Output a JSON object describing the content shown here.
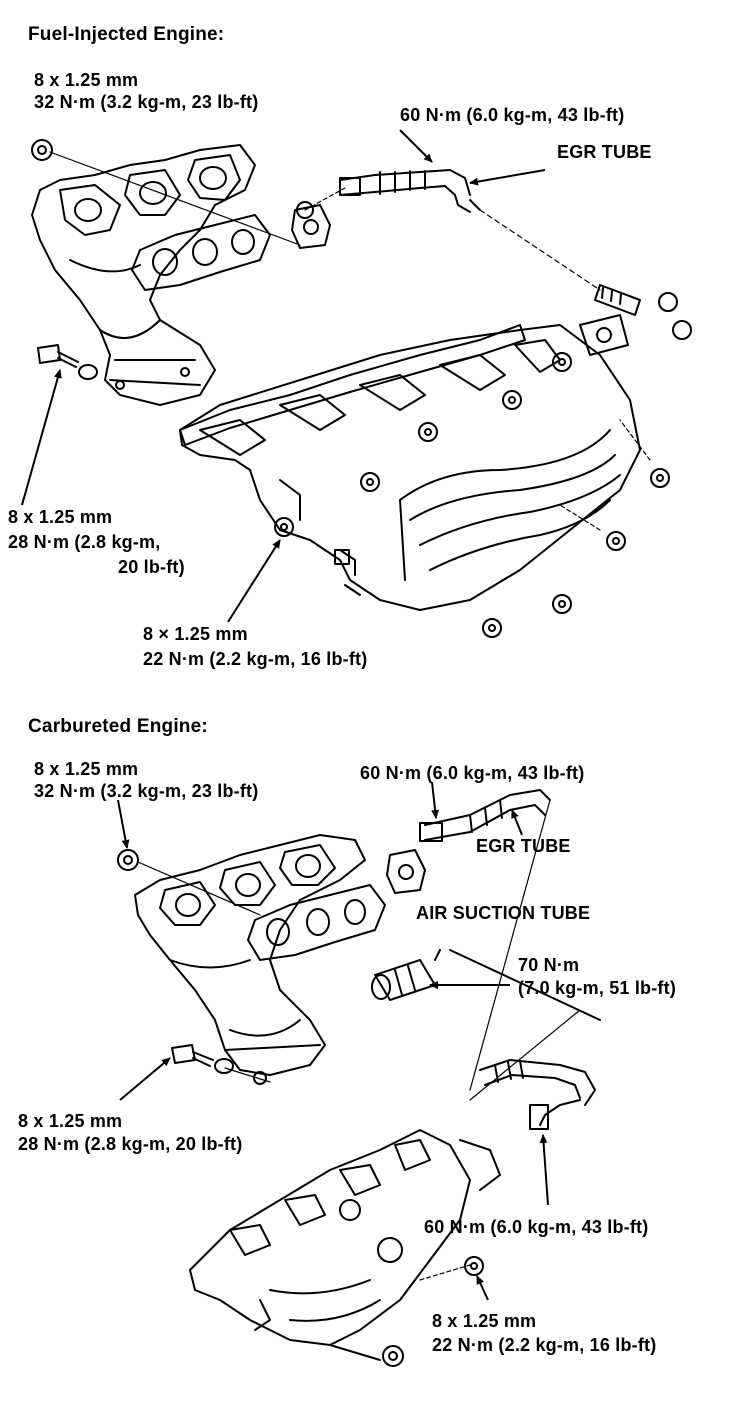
{
  "fuel_injected": {
    "heading": "Fuel-Injected Engine:",
    "exhaust_nut": {
      "size": "8 x 1.25 mm",
      "torque": "32 N·m (3.2 kg-m, 23 lb-ft)"
    },
    "egr_torque": "60 N·m (6.0 kg-m, 43 lb-ft)",
    "egr_tube": "EGR TUBE",
    "bracket_bolt": {
      "size": "8 x 1.25 mm",
      "torque_a": "28 N·m (2.8 kg-m,",
      "torque_b": "20 lb-ft)"
    },
    "intake_nut": {
      "size": "8 × 1.25 mm",
      "torque": "22 N·m (2.2 kg-m, 16 lb-ft)"
    }
  },
  "carbureted": {
    "heading": "Carbureted Engine:",
    "exhaust_nut": {
      "size": "8 x 1.25 mm",
      "torque": "32 N·m (3.2 kg-m, 23 lb-ft)"
    },
    "egr_torque": "60 N·m (6.0 kg-m, 43 lb-ft)",
    "egr_tube": "EGR TUBE",
    "air_suction_tube": "AIR SUCTION TUBE",
    "air_suction_torque": {
      "a": "70 N·m",
      "b": "(7.0 kg-m, 51 lb-ft)"
    },
    "bracket_bolt": {
      "size": "8 x 1.25 mm",
      "torque": "28 N·m (2.8 kg-m, 20 lb-ft)"
    },
    "lower_torque": "60 N·m (6.0 kg-m, 43 lb-ft)",
    "intake_nut": {
      "size": "8 x 1.25 mm",
      "torque": "22 N·m (2.2 kg-m, 16 lb-ft)"
    }
  }
}
